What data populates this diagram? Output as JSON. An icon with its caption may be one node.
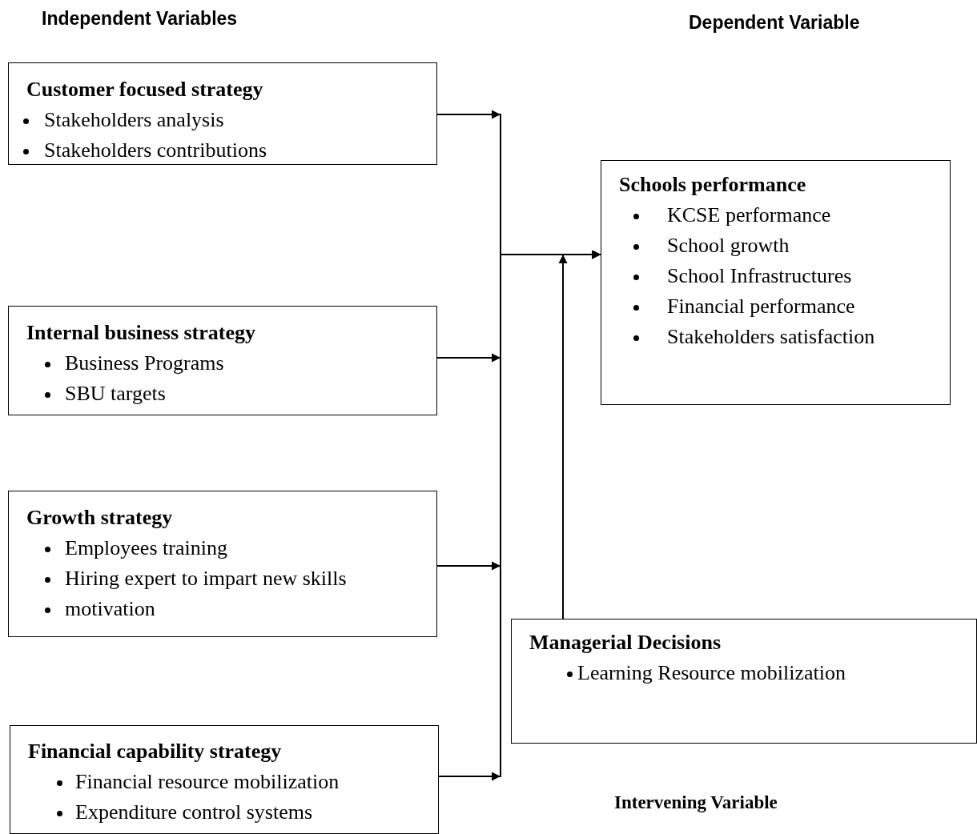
{
  "diagram": {
    "nodes": [
      {
        "text": [
          "Customer focused strategy",
          "Stakeholders analysis",
          "Stakeholders contributions"
        ]
      },
      {
        "text": [
          "Internal business strategy",
          "Business Programs",
          "SBU targets"
        ]
      },
      {
        "text": [
          "Growth strategy",
          "Employees training",
          "Hiring expert to impart new skills",
          "motivation"
        ]
      },
      {
        "text": [
          "Financial capability strategy",
          "Financial resource mobilization",
          "Expenditure control systems"
        ]
      },
      {
        "text": [
          "Schools performance",
          "KCSE performance",
          "School growth",
          "School Infrastructures",
          "Financial performance",
          "Stakeholders satisfaction"
        ]
      },
      {
        "text": [
          "Managerial Decisions",
          "Learning Resource mobilization"
        ]
      }
    ],
    "edges": [
      {
        "from": 0,
        "to": 4,
        "arrow": "to"
      },
      {
        "from": 1,
        "to": 4,
        "arrow": "to"
      },
      {
        "from": 2,
        "to": 4,
        "arrow": "to"
      },
      {
        "from": 3,
        "to": 4,
        "arrow": "to"
      },
      {
        "from": 5,
        "to": 4,
        "arrow": "to"
      }
    ],
    "labels": [
      "Independent Variables",
      "Dependent Variable",
      "Intervening Variable"
    ]
  }
}
